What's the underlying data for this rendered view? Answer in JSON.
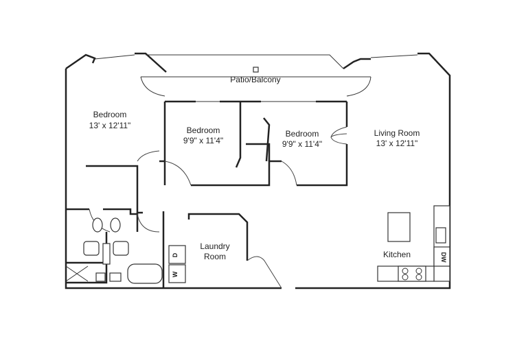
{
  "rooms": {
    "patio": {
      "name": "Patio/Balcony"
    },
    "bedroom1": {
      "name": "Bedroom",
      "size": "13' x 12'11\""
    },
    "bedroom2": {
      "name": "Bedroom",
      "size": "9'9\" x 11'4\""
    },
    "bedroom3": {
      "name": "Bedroom",
      "size": "9'9\" x 11'4\""
    },
    "living": {
      "name": "Living Room",
      "size": "13' x 12'11\""
    },
    "laundry": {
      "name1": "Laundry",
      "name2": "Room"
    },
    "kitchen": {
      "name": "Kitchen"
    }
  },
  "appliances": {
    "washer": "W",
    "dryer": "D",
    "dishwasher": "DW"
  }
}
